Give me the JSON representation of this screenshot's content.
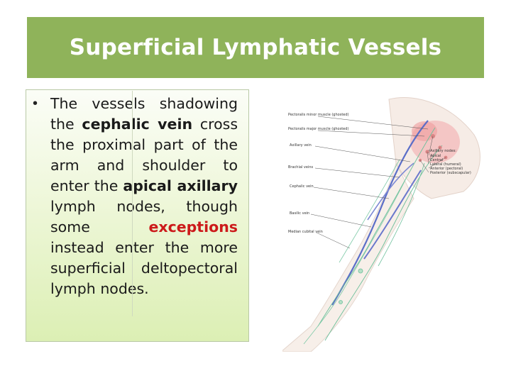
{
  "title": "Superficial Lymphatic Vessels",
  "bullet": {
    "marker": "•",
    "parts": {
      "p1": "The vessels shadowing the ",
      "p2": "cephalic vein",
      "p3": " cross the proximal part of the arm and shoulder to enter the ",
      "p4": "apical axillary",
      "p5": " lymph nodes, though some ",
      "p6": "exceptions",
      "p7": " instead enter the more superficial deltopectoral lymph nodes."
    }
  },
  "figure_labels": {
    "left": [
      "Pectoralis minor muscle (ghosted)",
      "Pectoralis major muscle (ghosted)",
      "Axillary vein",
      "Brachial veins",
      "Cephalic vein",
      "Basilic vein",
      "Median cubital vein"
    ],
    "right": [
      "Axillary nodes:",
      "Apical",
      "Central",
      "Lateral (humeral)",
      "Anterior (pectoral)",
      "Posterior (subscapular)"
    ]
  },
  "colors": {
    "title_bg": "#8fb35a",
    "title_text": "#ffffff",
    "highlight_red": "#cc1a1a",
    "vein_blue": "#5b6ec8",
    "lymph_green": "#6bbf9a",
    "muscle_pink": "#f0a8a8"
  }
}
